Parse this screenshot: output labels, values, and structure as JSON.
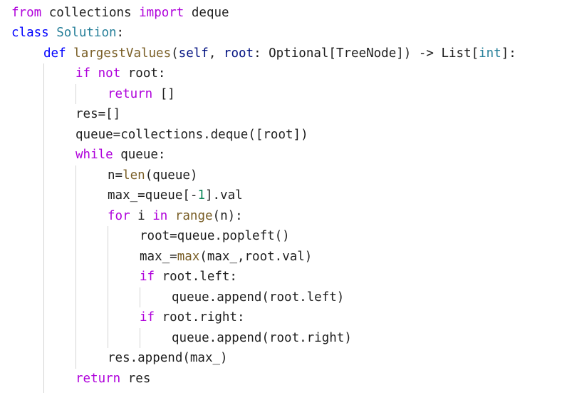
{
  "editor": {
    "language": "python",
    "colors": {
      "background": "#ffffff",
      "plain": "#1e1e1e",
      "control_keyword": "#af00db",
      "declaration_keyword": "#0000ff",
      "type": "#267f99",
      "function": "#795e26",
      "parameter": "#001080",
      "number": "#098658",
      "indent_guide": "#d4d4d4"
    },
    "lines": [
      {
        "indent": 0,
        "tokens": [
          [
            "k",
            "from"
          ],
          [
            "o",
            " collections "
          ],
          [
            "k",
            "import"
          ],
          [
            "o",
            " deque"
          ]
        ]
      },
      {
        "indent": 0,
        "tokens": [
          [
            "d",
            "class"
          ],
          [
            "o",
            " "
          ],
          [
            "t",
            "Solution"
          ],
          [
            "o",
            ":"
          ]
        ]
      },
      {
        "indent": 1,
        "tokens": [
          [
            "d",
            "def"
          ],
          [
            "o",
            " "
          ],
          [
            "f",
            "largestValues"
          ],
          [
            "o",
            "("
          ],
          [
            "p",
            "self"
          ],
          [
            "o",
            ", "
          ],
          [
            "p",
            "root"
          ],
          [
            "o",
            ": Optional[TreeNode]) -> List["
          ],
          [
            "t",
            "int"
          ],
          [
            "o",
            "]:"
          ]
        ]
      },
      {
        "indent": 2,
        "tokens": [
          [
            "k",
            "if"
          ],
          [
            "o",
            " "
          ],
          [
            "k",
            "not"
          ],
          [
            "o",
            " root:"
          ]
        ]
      },
      {
        "indent": 3,
        "tokens": [
          [
            "k",
            "return"
          ],
          [
            "o",
            " []"
          ]
        ]
      },
      {
        "indent": 2,
        "tokens": [
          [
            "o",
            "res=[]"
          ]
        ]
      },
      {
        "indent": 2,
        "tokens": [
          [
            "o",
            "queue=collections.deque([root])"
          ]
        ]
      },
      {
        "indent": 2,
        "tokens": [
          [
            "k",
            "while"
          ],
          [
            "o",
            " queue:"
          ]
        ]
      },
      {
        "indent": 3,
        "tokens": [
          [
            "o",
            "n="
          ],
          [
            "f",
            "len"
          ],
          [
            "o",
            "(queue)"
          ]
        ]
      },
      {
        "indent": 3,
        "tokens": [
          [
            "o",
            "max_=queue[-"
          ],
          [
            "n",
            "1"
          ],
          [
            "o",
            "].val"
          ]
        ]
      },
      {
        "indent": 3,
        "tokens": [
          [
            "k",
            "for"
          ],
          [
            "o",
            " i "
          ],
          [
            "k",
            "in"
          ],
          [
            "o",
            " "
          ],
          [
            "f",
            "range"
          ],
          [
            "o",
            "(n):"
          ]
        ]
      },
      {
        "indent": 4,
        "tokens": [
          [
            "o",
            "root=queue.popleft()"
          ]
        ]
      },
      {
        "indent": 4,
        "tokens": [
          [
            "o",
            "max_="
          ],
          [
            "f",
            "max"
          ],
          [
            "o",
            "(max_,root.val)"
          ]
        ]
      },
      {
        "indent": 4,
        "tokens": [
          [
            "k",
            "if"
          ],
          [
            "o",
            " root.left:"
          ]
        ]
      },
      {
        "indent": 5,
        "tokens": [
          [
            "o",
            "queue.append(root.left)"
          ]
        ]
      },
      {
        "indent": 4,
        "tokens": [
          [
            "k",
            "if"
          ],
          [
            "o",
            " root.right:"
          ]
        ]
      },
      {
        "indent": 5,
        "tokens": [
          [
            "o",
            "queue.append(root.right)"
          ]
        ]
      },
      {
        "indent": 3,
        "tokens": [
          [
            "o",
            "res.append(max_)"
          ]
        ]
      },
      {
        "indent": 2,
        "tokens": [
          [
            "k",
            "return"
          ],
          [
            "o",
            " res"
          ]
        ]
      }
    ]
  }
}
